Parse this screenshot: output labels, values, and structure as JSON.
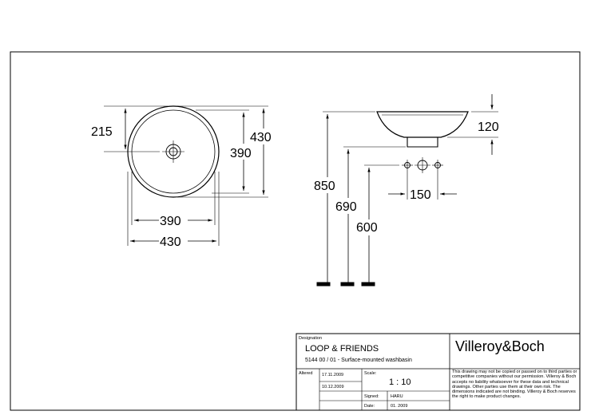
{
  "plan_view": {
    "dim_215": "215",
    "dim_390_v": "390",
    "dim_430_v": "430",
    "dim_390_h": "390",
    "dim_430_h": "430"
  },
  "side_view": {
    "dim_120": "120",
    "dim_850": "850",
    "dim_690": "690",
    "dim_600": "600",
    "dim_150": "150"
  },
  "title_block": {
    "designation_label": "Designation",
    "product_line": "LOOP & FRIENDS",
    "product_desc": "5144 00 / 01 - Surface-mounted washbasin",
    "brand": "Villeroy&Boch",
    "altered_label": "Altered",
    "date_1": "17.11.2009",
    "date_2": "10.12.2009",
    "scale_label": "Scale:",
    "scale_value": "1 : 10",
    "signed_label": "Signed:",
    "signed_value": "HARU",
    "date_label": "Date:",
    "date_value": "01. 2009",
    "disclaimer": "This drawing may not be copied or passed on to third parties or competitive companies without our permission. Villeroy & Boch accepts no liability whatsoever for these data and technical drawings. Other parties use them at their own risk. The dimensions indicated are not binding. Villeroy & Boch reserves the right to make product changes."
  }
}
